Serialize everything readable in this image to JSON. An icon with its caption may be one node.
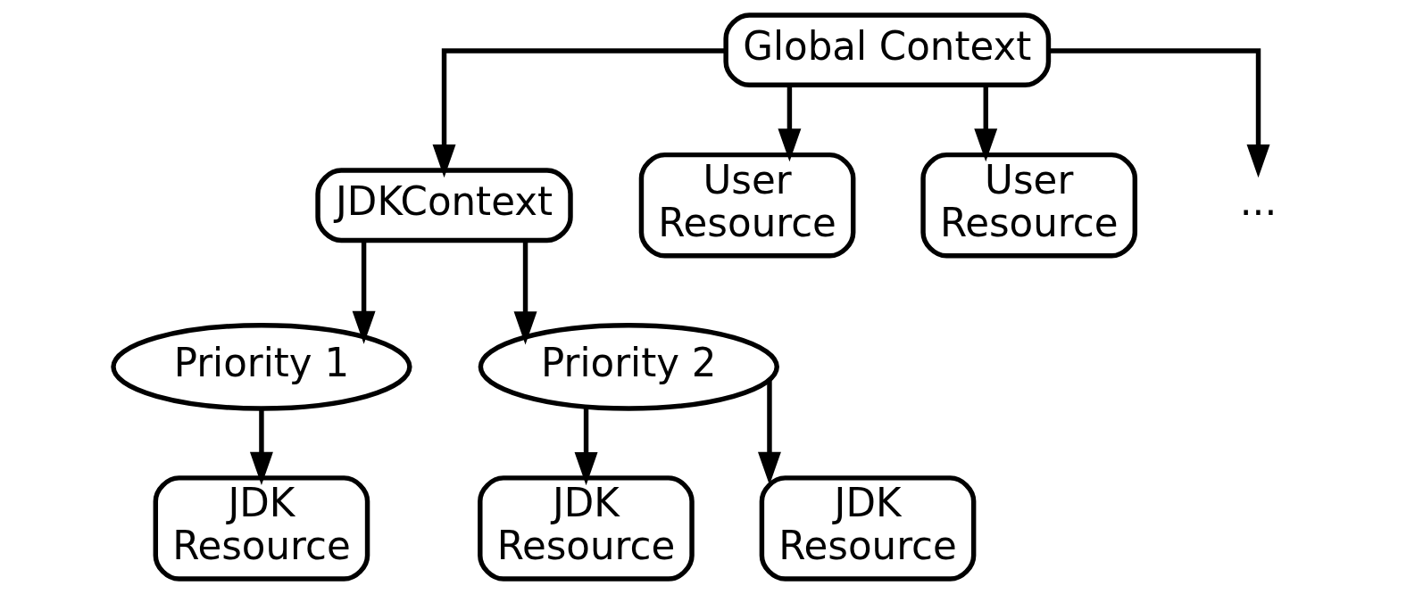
{
  "diagram": {
    "nodes": [
      {
        "text": [
          "Global Context"
        ]
      },
      {
        "text": [
          "JDKContext"
        ]
      },
      {
        "text": [
          "User Resource"
        ]
      },
      {
        "text": [
          "User Resource"
        ]
      },
      {
        "text": [
          "..."
        ]
      },
      {
        "text": [
          "Priority 1"
        ]
      },
      {
        "text": [
          "Priority 2"
        ]
      },
      {
        "text": [
          "JDK Resource"
        ]
      },
      {
        "text": [
          "JDK Resource"
        ]
      },
      {
        "text": [
          "JDK Resource"
        ]
      }
    ],
    "edges": [
      {
        "from": 0,
        "to": 1,
        "arrow": "to"
      },
      {
        "from": 0,
        "to": 2,
        "arrow": "to"
      },
      {
        "from": 0,
        "to": 3,
        "arrow": "to"
      },
      {
        "from": 0,
        "to": 4,
        "arrow": "to"
      },
      {
        "from": 1,
        "to": 5,
        "arrow": "to"
      },
      {
        "from": 1,
        "to": 6,
        "arrow": "to"
      },
      {
        "from": 5,
        "to": 7,
        "arrow": "to"
      },
      {
        "from": 6,
        "to": 8,
        "arrow": "to"
      },
      {
        "from": 6,
        "to": 9,
        "arrow": "to"
      }
    ]
  }
}
